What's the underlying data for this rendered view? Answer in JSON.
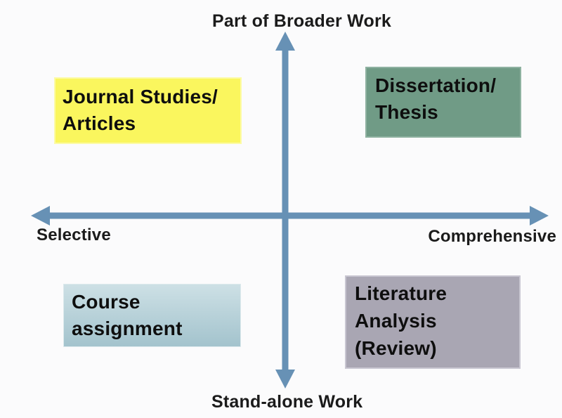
{
  "palette": {
    "background": "#fbfbfc",
    "axis_color": "#6791b5",
    "text_color": "#1b1b1b",
    "top_left_box_bg": "#faf65e",
    "top_right_box_bg": "#709b86",
    "bottom_left_box_bg_top": "#cde0e5",
    "bottom_left_box_bg_bottom": "#a3c3cd",
    "bottom_right_box_bg": "#a9a6b3"
  },
  "axis_labels": {
    "top": "Part of Broader Work",
    "bottom": "Stand-alone Work",
    "left": "Selective",
    "right": "Comprehensive"
  },
  "quadrants": {
    "top_left": {
      "lines": [
        "Journal Studies/",
        "Articles"
      ]
    },
    "top_right": {
      "lines": [
        "Dissertation/",
        "Thesis"
      ]
    },
    "bottom_left": {
      "lines": [
        "Course",
        "assignment"
      ]
    },
    "bottom_right": {
      "lines": [
        "Literature",
        "Analysis",
        "(Review)"
      ]
    }
  }
}
